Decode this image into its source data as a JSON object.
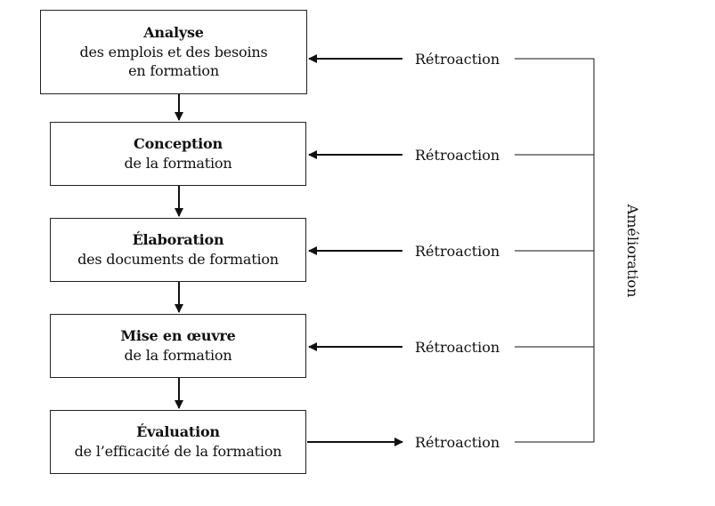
{
  "stages": [
    {
      "title": "Analyse",
      "lines": [
        "des emplois et des besoins",
        "en formation"
      ]
    },
    {
      "title": "Conception",
      "lines": [
        "de la formation"
      ]
    },
    {
      "title": "Élaboration",
      "lines": [
        "des documents de formation"
      ]
    },
    {
      "title": "Mise en œuvre",
      "lines": [
        "de la formation"
      ]
    },
    {
      "title": "Évaluation",
      "lines": [
        "de l’efficacité de la formation"
      ]
    }
  ],
  "feedback": [
    {
      "label": "Rétroaction"
    },
    {
      "label": "Rétroaction"
    },
    {
      "label": "Rétroaction"
    },
    {
      "label": "Rétroaction"
    },
    {
      "label": "Rétroaction"
    }
  ],
  "side_label": "Amélioration"
}
